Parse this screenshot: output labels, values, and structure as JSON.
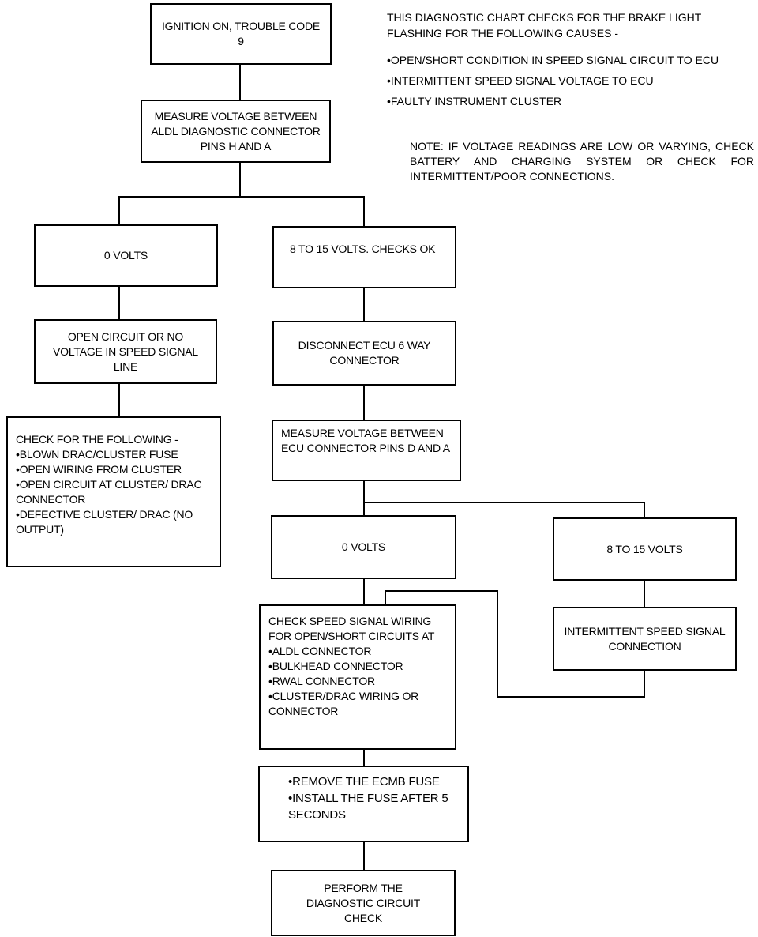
{
  "header": {
    "intro": "THIS DIAGNOSTIC CHART CHECKS FOR THE BRAKE LIGHT FLASHING FOR THE FOLLOWING CAUSES -",
    "causes": [
      "OPEN/SHORT CONDITION IN SPEED SIGNAL CIRCUIT TO ECU",
      "INTERMITTENT SPEED SIGNAL VOLTAGE TO ECU",
      "FAULTY INSTRUMENT CLUSTER"
    ],
    "note": "NOTE: IF VOLTAGE READINGS ARE LOW OR VARYING, CHECK BATTERY AND CHARGING SYSTEM OR CHECK FOR INTERMITTENT/POOR CONNECTIONS."
  },
  "boxes": {
    "start": "IGNITION ON, TROUBLE CODE 9",
    "measure_aldl": "MEASURE VOLTAGE BETWEEN ALDL DIAGNOSTIC CONNECTOR PINS H AND A",
    "zero_volts_1": "0 VOLTS",
    "ok_volts": "8 TO 15 VOLTS. CHECKS OK",
    "open_circuit": "OPEN CIRCUIT OR NO VOLTAGE IN SPEED SIGNAL LINE",
    "check_following": {
      "title": "CHECK FOR THE FOLLOWING -",
      "items": [
        "BLOWN DRAC/CLUSTER FUSE",
        "OPEN WIRING FROM CLUSTER",
        "OPEN CIRCUIT AT CLUSTER/ DRAC CONNECTOR",
        "DEFECTIVE CLUSTER/ DRAC (NO OUTPUT)"
      ]
    },
    "disconnect_ecu": "DISCONNECT ECU 6 WAY CONNECTOR",
    "measure_ecu": "MEASURE VOLTAGE BETWEEN ECU CONNECTOR PINS D AND A",
    "zero_volts_2": "0 VOLTS",
    "volts_8_15": "8 TO 15 VOLTS",
    "check_wiring": {
      "title": "CHECK SPEED SIGNAL WIRING FOR OPEN/SHORT CIRCUITS AT",
      "items": [
        "ALDL CONNECTOR",
        "BULKHEAD CONNECTOR",
        "RWAL CONNECTOR",
        "CLUSTER/DRAC WIRING OR CONNECTOR"
      ]
    },
    "intermittent": "INTERMITTENT SPEED SIGNAL CONNECTION",
    "fuse_steps": [
      "REMOVE THE ECMB FUSE",
      "INSTALL THE FUSE AFTER 5 SECONDS"
    ],
    "perform": "PERFORM THE DIAGNOSTIC CIRCUIT CHECK"
  }
}
